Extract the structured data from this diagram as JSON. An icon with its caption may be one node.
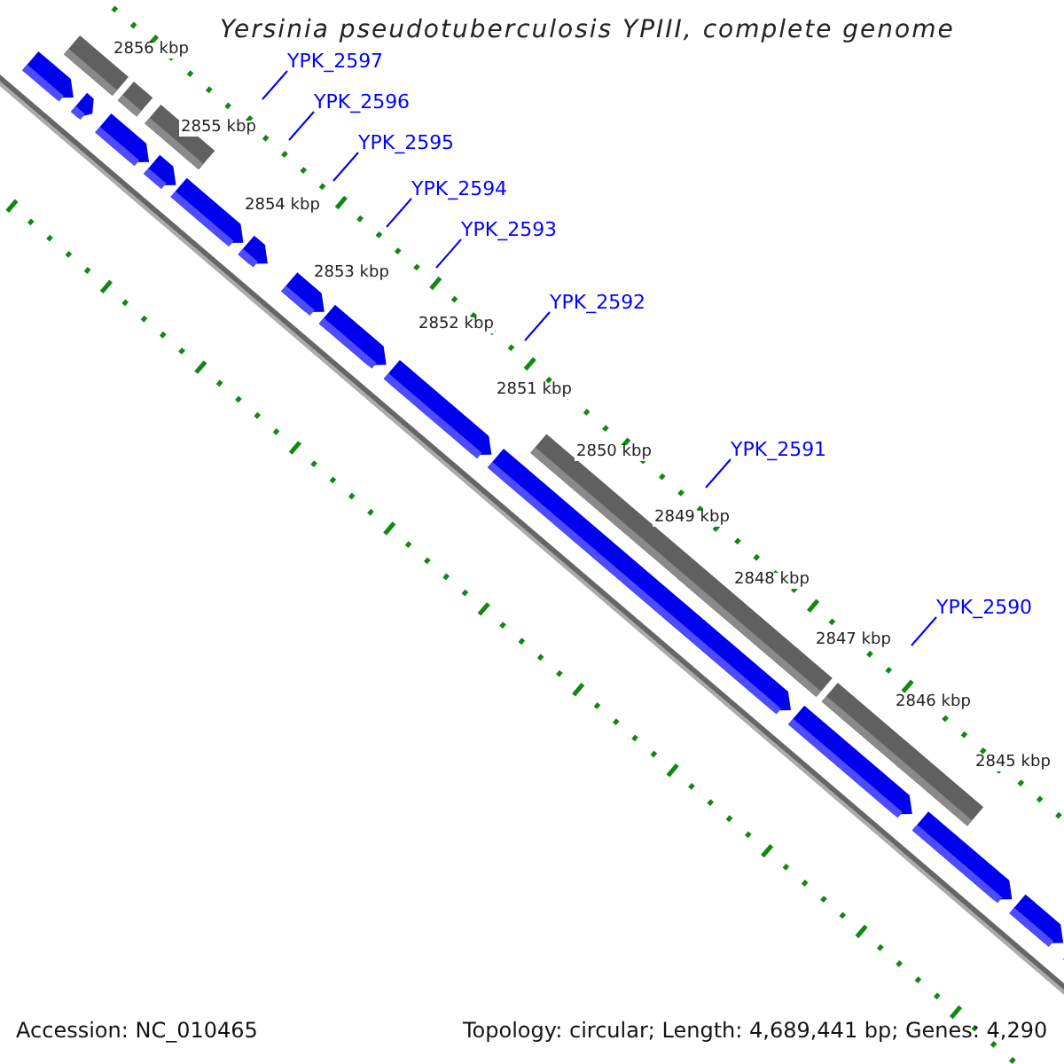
{
  "diagram": {
    "title": "Yersinia pseudotuberculosis YPIII, complete genome",
    "nodes": [
      {
        "text": [
          "YPK_2597"
        ]
      },
      {
        "text": [
          "YPK_2596"
        ]
      },
      {
        "text": [
          "YPK_2595"
        ]
      },
      {
        "text": [
          "YPK_2594"
        ]
      },
      {
        "text": [
          "YPK_2593"
        ]
      },
      {
        "text": [
          "YPK_2592"
        ]
      },
      {
        "text": [
          "YPK_2591"
        ]
      },
      {
        "text": [
          "YPK_2590"
        ]
      }
    ],
    "edges": [
      {
        "from": 0,
        "to": null,
        "arrow": "none"
      },
      {
        "from": 1,
        "to": null,
        "arrow": "none"
      },
      {
        "from": 2,
        "to": null,
        "arrow": "none"
      },
      {
        "from": 3,
        "to": null,
        "arrow": "none"
      },
      {
        "from": 4,
        "to": null,
        "arrow": "none"
      },
      {
        "from": 5,
        "to": null,
        "arrow": "none"
      },
      {
        "from": 6,
        "to": null,
        "arrow": "none"
      },
      {
        "from": 7,
        "to": null,
        "arrow": "none"
      }
    ],
    "labels": [
      "2856 kbp",
      "2855 kbp",
      "2854 kbp",
      "2853 kbp",
      "2852 kbp",
      "2851 kbp",
      "2850 kbp",
      "2849 kbp",
      "2848 kbp",
      "2847 kbp",
      "2846 kbp",
      "2845 kbp",
      "Accession: NC_010465",
      "Topology: circular; Length: 4,689,441 bp; Genes: 4,290"
    ]
  }
}
